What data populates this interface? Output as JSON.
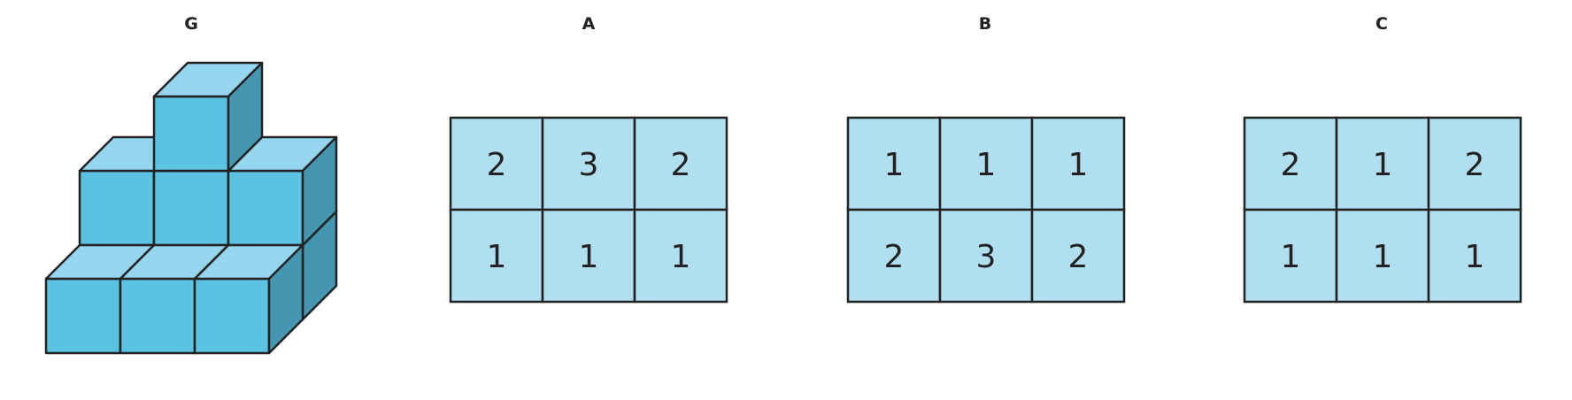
{
  "panels": {
    "g": {
      "label": "G"
    },
    "a": {
      "label": "A",
      "grid": [
        [
          "2",
          "3",
          "2"
        ],
        [
          "1",
          "1",
          "1"
        ]
      ]
    },
    "b": {
      "label": "B",
      "grid": [
        [
          "1",
          "1",
          "1"
        ],
        [
          "2",
          "3",
          "2"
        ]
      ]
    },
    "c": {
      "label": "C",
      "grid": [
        [
          "2",
          "1",
          "2"
        ],
        [
          "1",
          "1",
          "1"
        ]
      ]
    }
  },
  "colors": {
    "cube_front": "#5bc2e2",
    "cube_top": "#93d6ee",
    "cube_side": "#4596b1",
    "grid_fill": "#b0e0f0",
    "stroke": "#222222"
  }
}
